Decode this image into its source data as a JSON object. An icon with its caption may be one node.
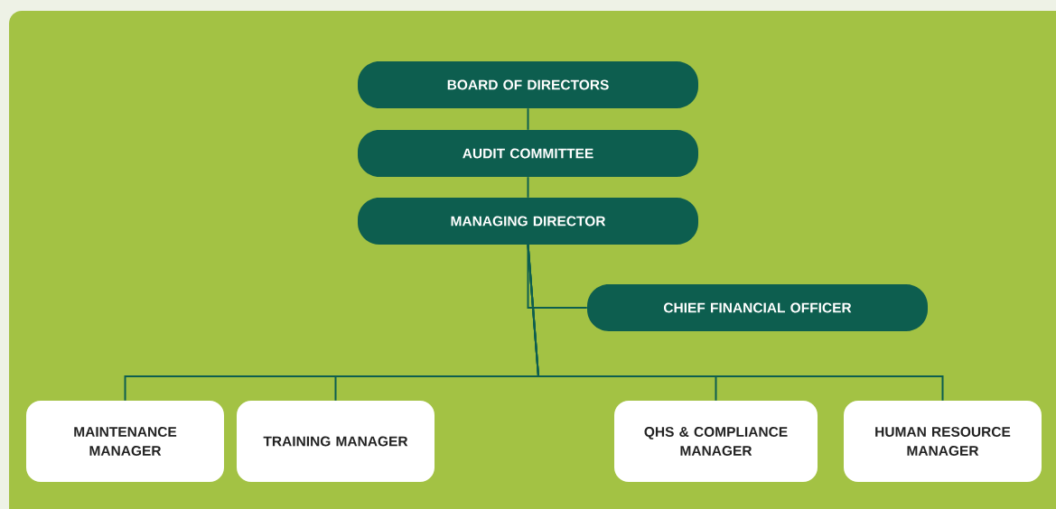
{
  "diagram": {
    "nodes": [
      {
        "text": [
          "BOARD OF DIRECTORS"
        ]
      },
      {
        "text": [
          "AUDIT COMMITTEE"
        ]
      },
      {
        "text": [
          "MANAGING DIRECTOR"
        ]
      },
      {
        "text": [
          "CHIEF FINANCIAL OFFICER"
        ]
      },
      {
        "text": [
          "MAINTENANCE MANAGER"
        ]
      },
      {
        "text": [
          "TRAINING MANAGER"
        ]
      },
      {
        "text": [
          "QHS & COMPLIANCE MANAGER"
        ]
      },
      {
        "text": [
          "HUMAN RESOURCE MANAGER"
        ]
      }
    ],
    "edges": [
      {
        "from": 0,
        "to": 1,
        "arrow": "none"
      },
      {
        "from": 1,
        "to": 2,
        "arrow": "none"
      },
      {
        "from": 2,
        "to": 3,
        "arrow": "none"
      },
      {
        "from": 2,
        "to": 4,
        "arrow": "none"
      },
      {
        "from": 2,
        "to": 5,
        "arrow": "none"
      },
      {
        "from": 2,
        "to": 6,
        "arrow": "none"
      },
      {
        "from": 2,
        "to": 7,
        "arrow": "none"
      }
    ]
  }
}
